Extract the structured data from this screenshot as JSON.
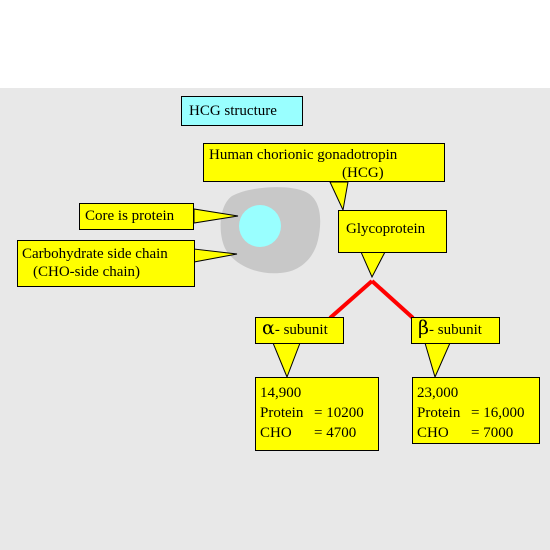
{
  "title": "HCG structure",
  "hcg_box": {
    "line1": "Human chorionic gonadotropin",
    "line2": "(HCG)"
  },
  "core_box": {
    "text": "Core is protein"
  },
  "cho_box": {
    "line1": "Carbohydrate side chain",
    "line2": "(CHO-side chain)"
  },
  "glyco_box": {
    "text": "Glycoprotein"
  },
  "alpha_box": {
    "symbol": "α",
    "text": "- subunit"
  },
  "beta_box": {
    "symbol": "β",
    "text": "- subunit"
  },
  "alpha_data": {
    "weight": "14,900",
    "protein_label": "Protein",
    "protein_value": "= 10200",
    "cho_label": "CHO",
    "cho_value": "= 4700"
  },
  "beta_data": {
    "weight": "23,000",
    "protein_label": "Protein",
    "protein_value": "= 16,000",
    "cho_label": "CHO",
    "cho_value": "= 7000"
  },
  "colors": {
    "callout_fill": "#ffff00",
    "title_fill": "#99ffff",
    "branch_line": "#ff0000",
    "blob": "#c8c8c8",
    "core": "#99ffff",
    "background": "#e8e8e8"
  }
}
